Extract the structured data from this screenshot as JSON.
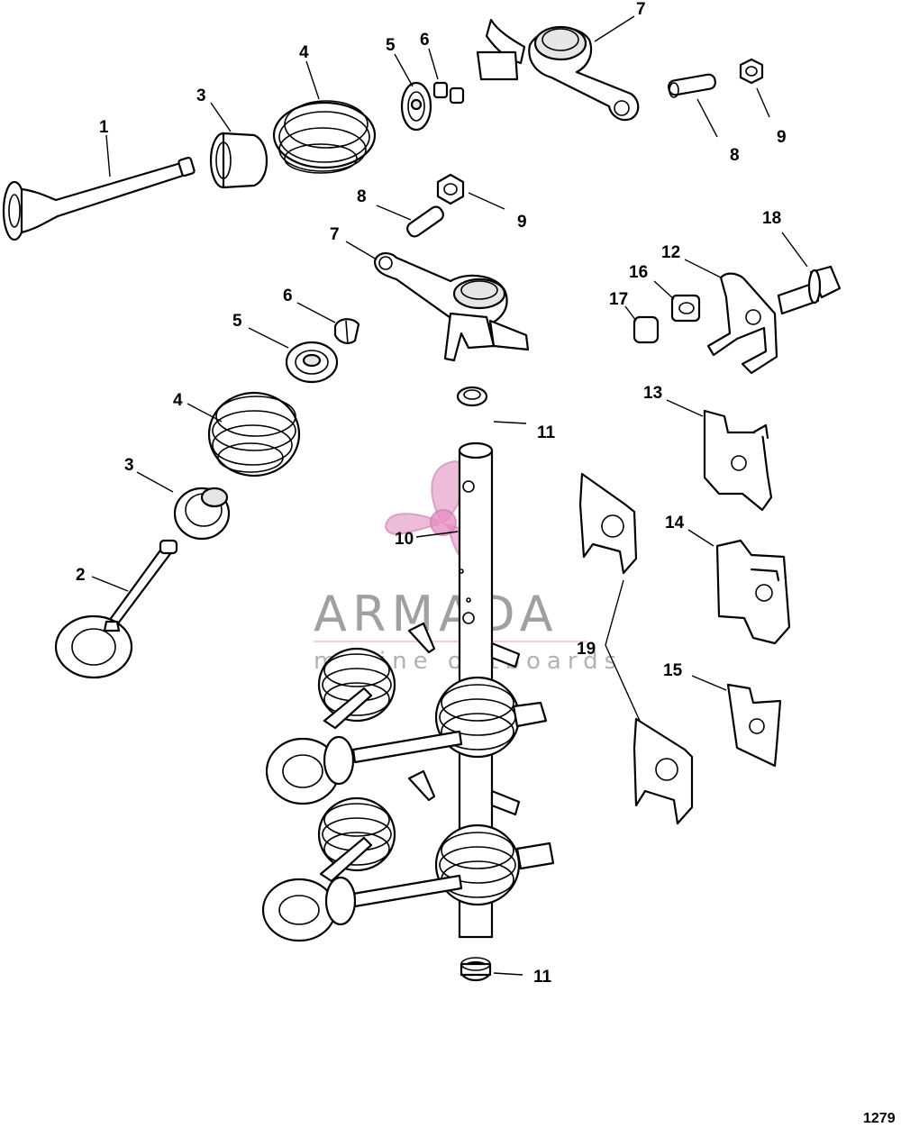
{
  "diagram": {
    "figure_number": "1279",
    "callouts": [
      "1",
      "2",
      "3",
      "3",
      "4",
      "4",
      "5",
      "5",
      "6",
      "6",
      "7",
      "7",
      "8",
      "8",
      "9",
      "9",
      "10",
      "11",
      "11",
      "12",
      "13",
      "14",
      "15",
      "16",
      "17",
      "18",
      "19"
    ]
  },
  "watermark": {
    "brand": "ARMADA",
    "tagline": "marine outboards",
    "color": "#e8a6cd"
  }
}
